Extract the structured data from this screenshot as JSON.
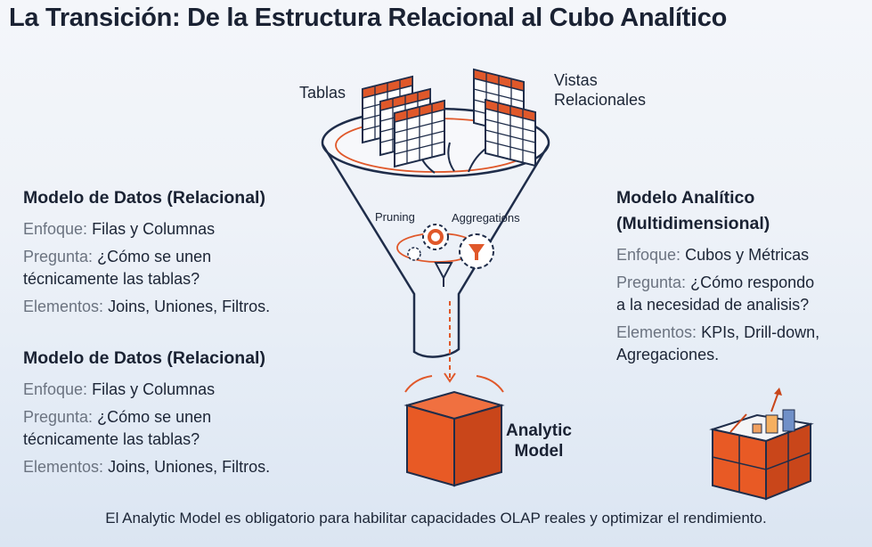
{
  "title": "La Transición: De la Estructura Relacional al Cubo Analítico",
  "diagram": {
    "tables_label": "Tablas",
    "views_label_1": "Vistas",
    "views_label_2": "Relacionales",
    "pruning_label": "Pruning",
    "aggregations_label": "Aggregations",
    "analytic_model_1": "Analytic",
    "analytic_model_2": "Model"
  },
  "left_blocks": [
    {
      "heading": "Modelo de Datos (Relacional)",
      "enfoque_label": "Enfoque:",
      "enfoque": "Filas y Columnas",
      "pregunta_label": "Pregunta:",
      "pregunta_1": "¿Cómo se unen",
      "pregunta_2": "técnicamente las tablas?",
      "elementos_label": "Elementos:",
      "elementos": "Joins, Uniones, Filtros."
    },
    {
      "heading": "Modelo de Datos (Relacional)",
      "enfoque_label": "Enfoque:",
      "enfoque": "Filas y Columnas",
      "pregunta_label": "Pregunta:",
      "pregunta_1": "¿Cómo se unen",
      "pregunta_2": "técnicamente las tablas?",
      "elementos_label": "Elementos:",
      "elementos": "Joins, Uniones, Filtros."
    }
  ],
  "right_block": {
    "heading_1": "Modelo Analítico",
    "heading_2": "(Multidimensional)",
    "enfoque_label": "Enfoque:",
    "enfoque": "Cubos y Métricas",
    "pregunta_label": "Pregunta:",
    "pregunta_1": "¿Cómo respondo",
    "pregunta_2": "a la necesidad de analisis?",
    "elementos_label": "Elementos:",
    "elementos_1": "KPIs, Drill-down,",
    "elementos_2": "Agregaciones."
  },
  "footer": "El Analytic Model es obligatorio para habilitar capacidades OLAP reales y optimizar el rendimiento.",
  "colors": {
    "accent": "#e0582a",
    "navy": "#1f2d4a",
    "muted": "#6b7380"
  }
}
